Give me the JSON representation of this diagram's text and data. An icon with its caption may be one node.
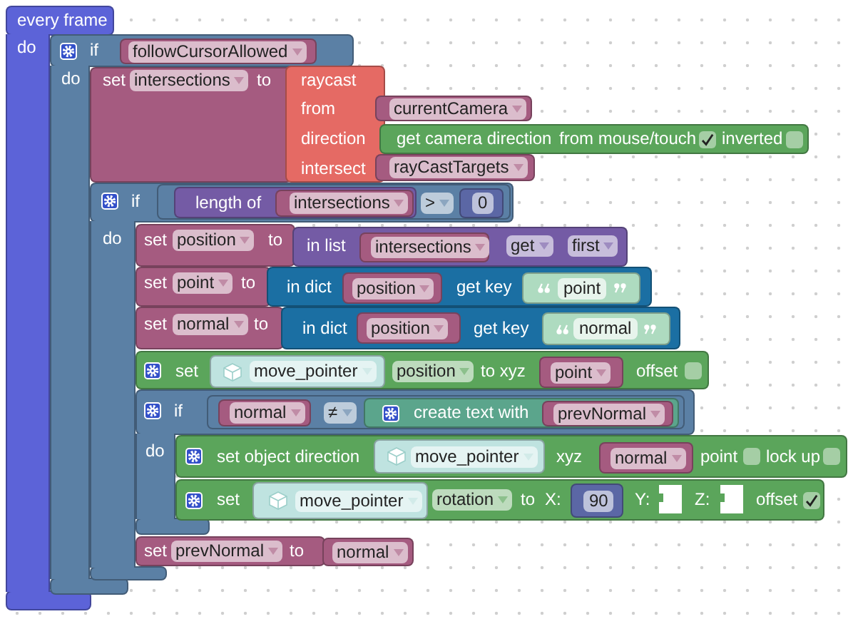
{
  "diagram": {
    "nodes": [
      {
        "text": [
          "every frame"
        ],
        "beside": [
          "do"
        ]
      },
      {
        "text": [
          "if"
        ],
        "beside": [
          "do"
        ]
      },
      {
        "text": [
          "followCursorAllowed"
        ],
        "in": 1
      },
      {
        "text": [
          "set",
          "intersections",
          "to"
        ]
      },
      {
        "text": [
          "raycast",
          "from",
          "direction",
          "intersect"
        ]
      },
      {
        "text": [
          "currentCamera"
        ]
      },
      {
        "text": [
          "get camera direction",
          "from mouse/touch",
          "inverted"
        ]
      },
      {
        "text": [
          "rayCastTargets"
        ]
      },
      {
        "text": [
          "if"
        ],
        "beside": [
          "do"
        ]
      },
      {
        "text": [
          ">"
        ],
        "in": 8
      },
      {
        "text": [
          "length of"
        ],
        "in": 9
      },
      {
        "text": [
          "intersections"
        ],
        "in": 10
      },
      {
        "text": [
          "0"
        ],
        "in": 9
      },
      {
        "text": [
          "set",
          "position",
          "to"
        ]
      },
      {
        "text": [
          "in list",
          "get",
          "first"
        ]
      },
      {
        "text": [
          "intersections"
        ],
        "in": 14
      },
      {
        "text": [
          "set",
          "point",
          "to"
        ]
      },
      {
        "text": [
          "in dict",
          "get key"
        ]
      },
      {
        "text": [
          "position"
        ],
        "in": 17
      },
      {
        "text": [
          "point"
        ],
        "in": 17
      },
      {
        "text": [
          "set",
          "normal",
          "to"
        ]
      },
      {
        "text": [
          "in dict",
          "get key"
        ]
      },
      {
        "text": [
          "position"
        ],
        "in": 21
      },
      {
        "text": [
          "normal"
        ],
        "in": 21
      },
      {
        "text": [
          "set",
          "position",
          "to xyz",
          "offset"
        ]
      },
      {
        "text": [
          "move_pointer"
        ],
        "in": 24
      },
      {
        "text": [
          "point"
        ],
        "in": 24
      },
      {
        "text": [
          "if"
        ],
        "beside": [
          "do"
        ]
      },
      {
        "text": [
          "≠"
        ],
        "in": 27
      },
      {
        "text": [
          "normal"
        ],
        "in": 28
      },
      {
        "text": [
          "create text with"
        ],
        "in": 28
      },
      {
        "text": [
          "prevNormal"
        ],
        "in": 30
      },
      {
        "text": [
          "set object direction",
          "xyz",
          "point",
          "lock up"
        ]
      },
      {
        "text": [
          "move_pointer"
        ],
        "in": 32
      },
      {
        "text": [
          "normal"
        ],
        "in": 32
      },
      {
        "text": [
          "set",
          "rotation",
          "to",
          "X:",
          "Y:",
          "Z:",
          "offset"
        ]
      },
      {
        "text": [
          "move_pointer"
        ],
        "in": 35
      },
      {
        "text": [
          "90"
        ],
        "in": 35
      },
      {
        "text": [
          "set",
          "prevNormal",
          "to"
        ]
      },
      {
        "text": [
          "normal"
        ]
      }
    ]
  }
}
